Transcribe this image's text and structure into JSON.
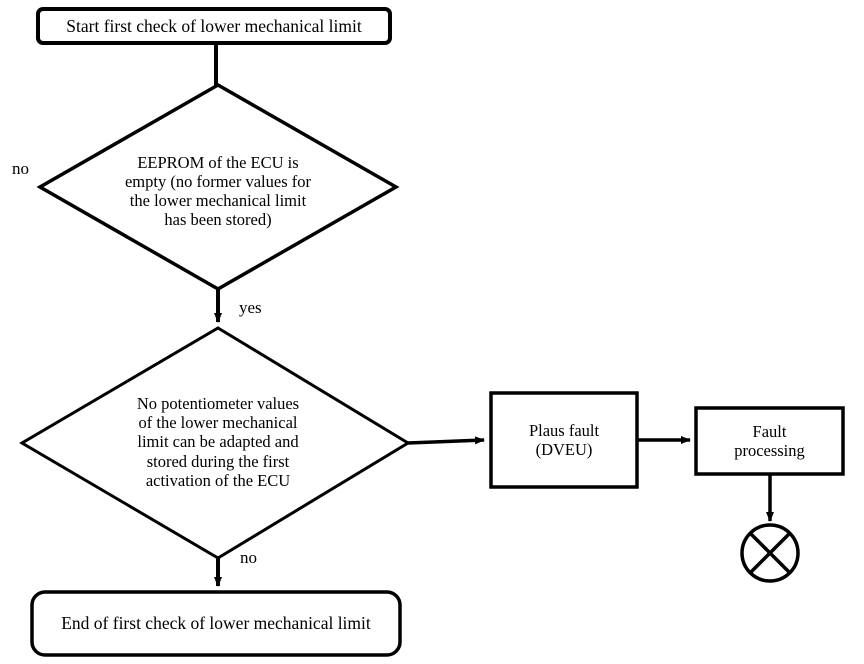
{
  "diagram": {
    "title": "First check of lower mechanical limit flowchart",
    "type": "flowchart",
    "background_color": "#ffffff",
    "line_color": "#000000",
    "text_color": "#000000",
    "nodes": [
      {
        "id": "start",
        "shape": "rounded-rectangle",
        "label": "Start first check of lower mechanical limit"
      },
      {
        "id": "decision-eeprom",
        "shape": "diamond",
        "label": "EEPROM of the ECU is\nempty (no former values for\nthe lower mechanical limit\nhas been stored)"
      },
      {
        "id": "decision-potentiometer",
        "shape": "diamond",
        "label": "No potentiometer values\nof the lower mechanical\nlimit can be adapted and\nstored during the first\nactivation of the ECU"
      },
      {
        "id": "plaus-fault",
        "shape": "rectangle",
        "label": "Plaus fault\n(DVEU)"
      },
      {
        "id": "fault-processing",
        "shape": "rectangle",
        "label": "Fault\nprocessing"
      },
      {
        "id": "end",
        "shape": "rounded-rectangle",
        "label": "End of first check of lower mechanical limit"
      },
      {
        "id": "terminator-circle",
        "shape": "circle-with-cross",
        "label": ""
      }
    ],
    "edge_labels": {
      "no_eeprom": "no",
      "yes_eeprom": "yes",
      "no_potentiometer": "no"
    }
  }
}
